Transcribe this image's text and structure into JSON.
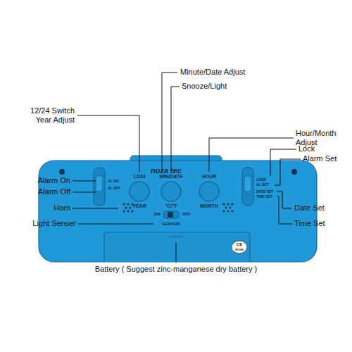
{
  "diagram": {
    "labels": [
      "12/24 Switch Year Adjust",
      "Minute/Date Adjust",
      "Snooze/Light",
      "Hour/Month Adjust",
      "Lock",
      "Alarm Set",
      "Alarm On",
      "Alarm Off",
      "Horn",
      "Light Senser",
      "Date Set",
      "Time Set",
      "Battery ( Suggest zinc-manganese dry battery )",
      "noza tec",
      "12/24",
      "MIN/DATE",
      "HOUR",
      "YEAR",
      "°C/°F",
      "MONTH",
      "ON",
      "OFF",
      "SENSOR",
      "AL.ON",
      "AL.OFF",
      "LOCK",
      "AL SET",
      "DATE SET",
      "TIME SET",
      "CE",
      "ROHS"
    ]
  }
}
